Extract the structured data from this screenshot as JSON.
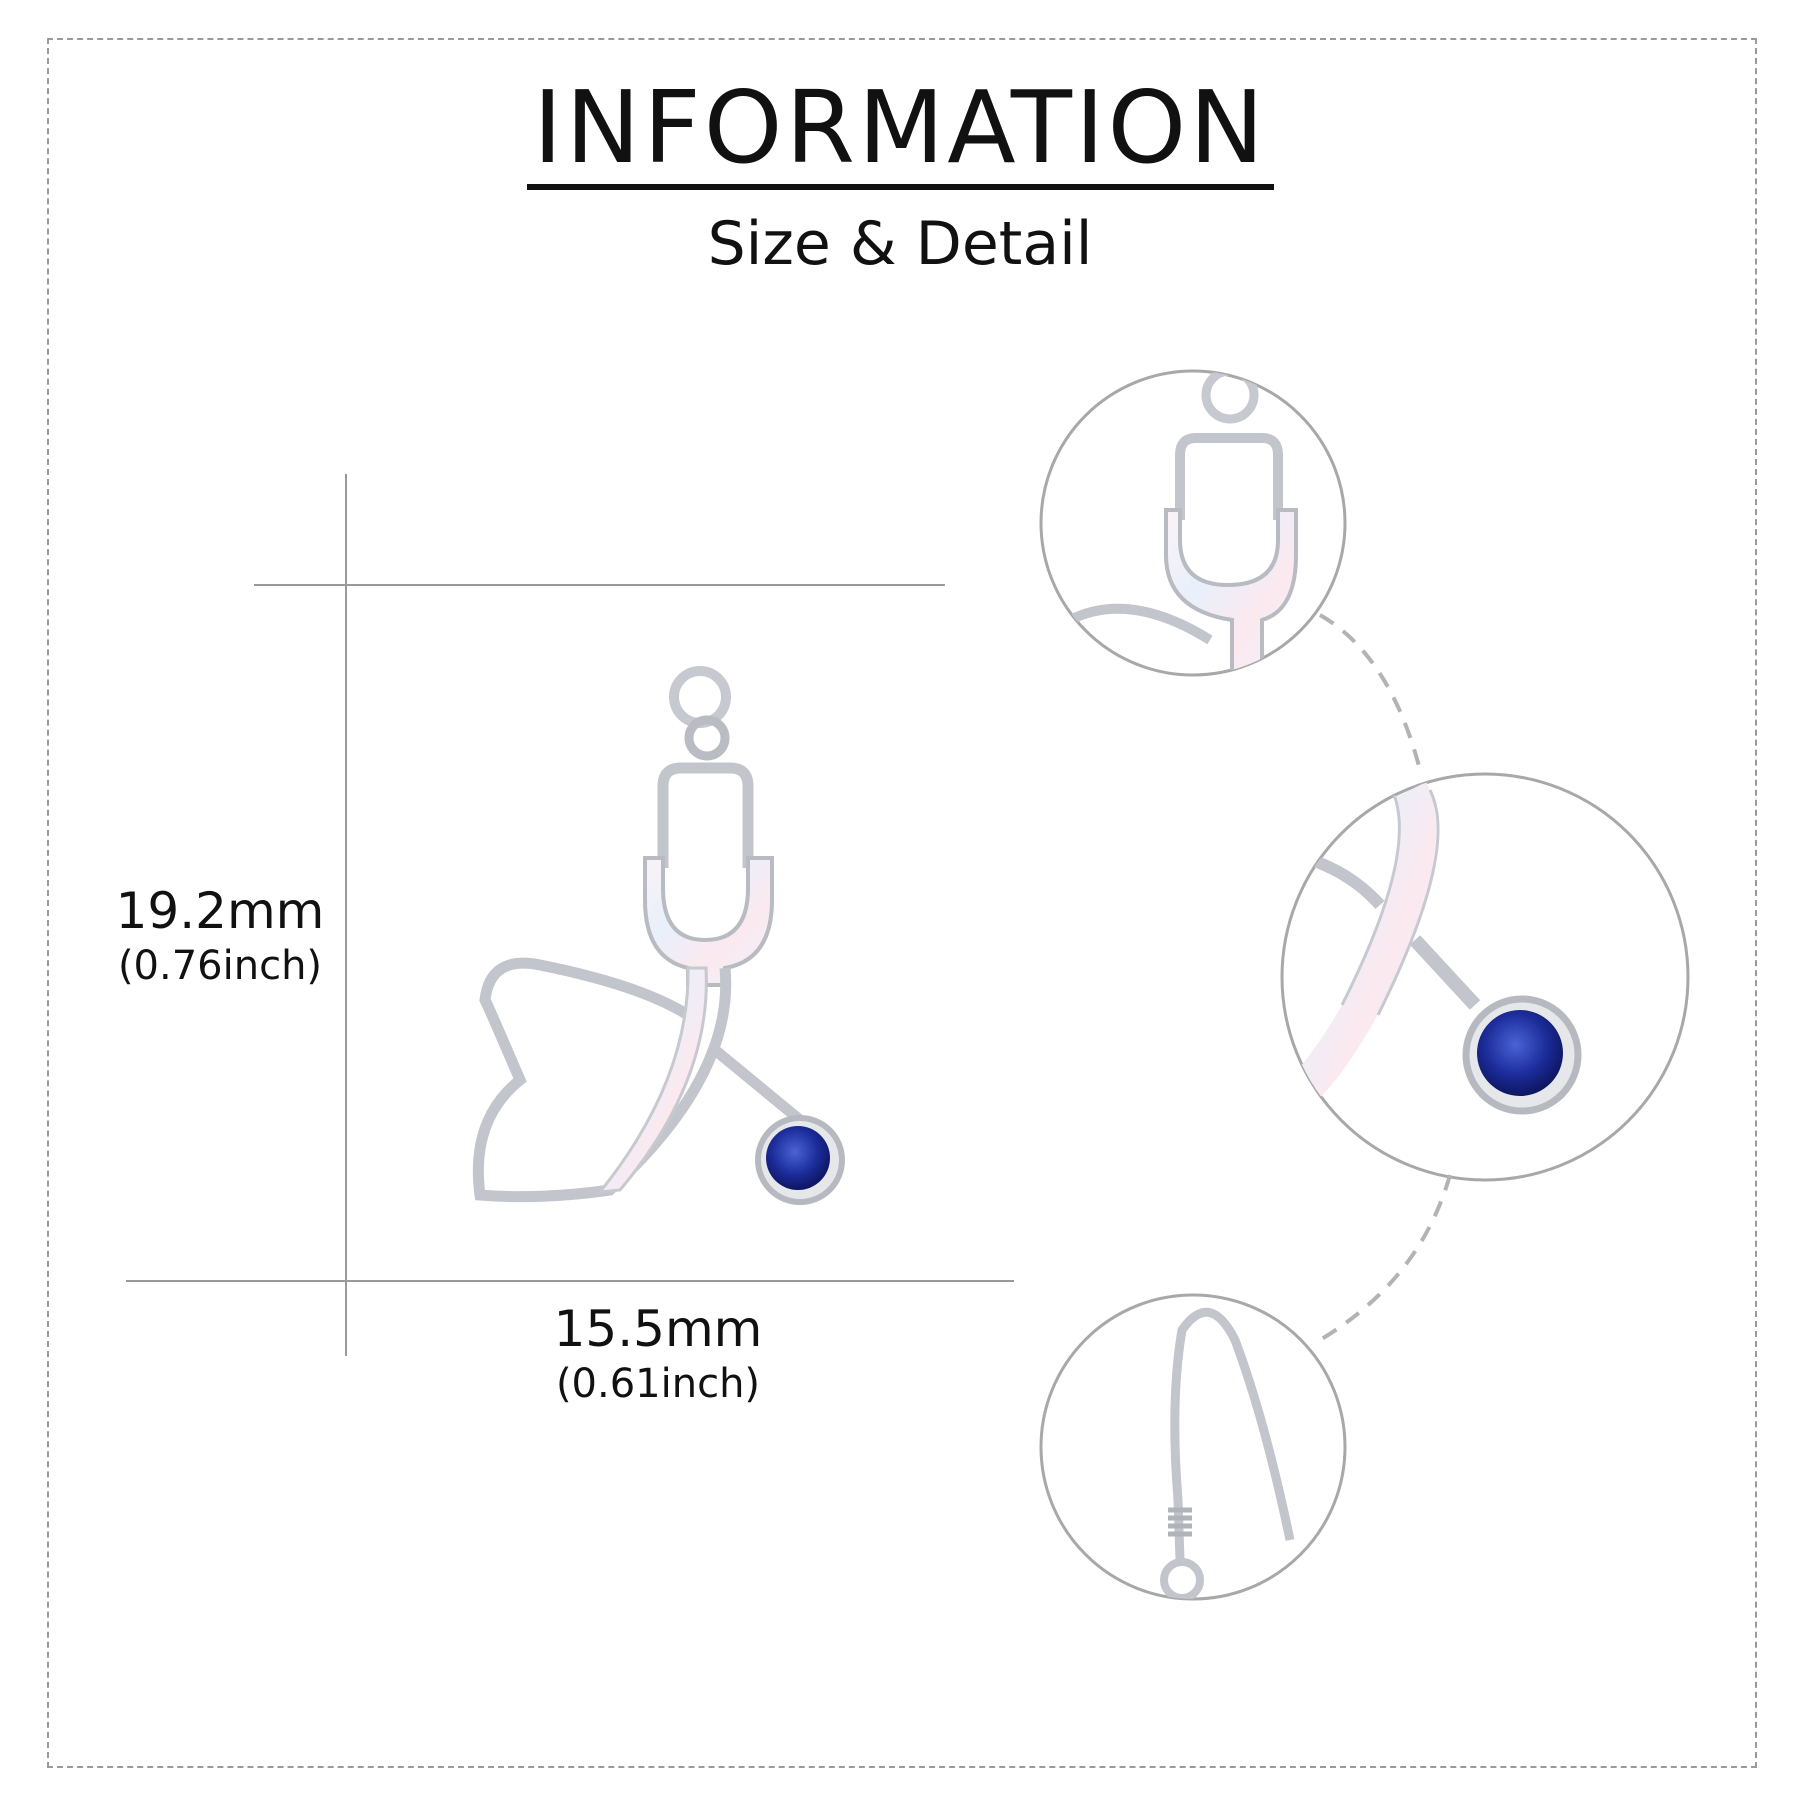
{
  "header": {
    "title": "INFORMATION",
    "subtitle": "Size & Detail"
  },
  "dimensions": {
    "height_mm": "19.2mm",
    "height_inch": "(0.76inch)",
    "width_mm": "15.5mm",
    "width_inch": "(0.61inch)"
  },
  "colors": {
    "metal": "#c9ccd2",
    "opal": "#f3e7ee",
    "gem": "#1f2f9a",
    "guide": "#9a9a9a"
  },
  "detail_views": [
    {
      "icon": "stethoscope-earpiece-detail-icon"
    },
    {
      "icon": "blue-gem-chestpiece-detail-icon"
    },
    {
      "icon": "ear-hook-detail-icon"
    }
  ]
}
